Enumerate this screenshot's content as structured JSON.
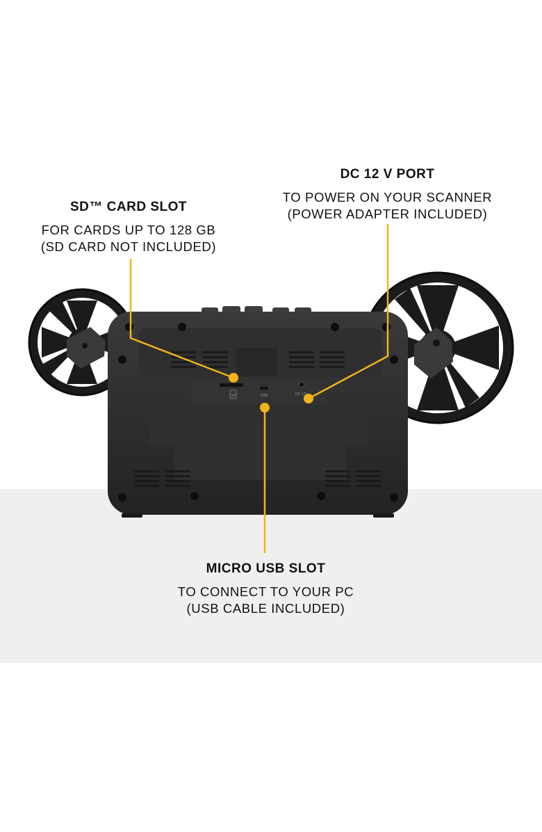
{
  "callouts": {
    "sd": {
      "title": "SD™ CARD SLOT",
      "line1": "FOR CARDS UP TO 128 GB",
      "line2": "(SD CARD NOT INCLUDED)"
    },
    "dc": {
      "title": "DC 12 V PORT",
      "line1": "TO POWER ON YOUR SCANNER",
      "line2": "(POWER ADAPTER INCLUDED)"
    },
    "usb": {
      "title": "MICRO USB SLOT",
      "line1": "TO CONNECT TO YOUR PC",
      "line2": "(USB CABLE INCLUDED)"
    }
  },
  "device_labels": {
    "sd": "SD",
    "usb": "USB",
    "dc": "DC 12V"
  },
  "colors": {
    "accent": "#f2b41c",
    "device_body": "#2b2b2b",
    "floor": "#efefef"
  }
}
